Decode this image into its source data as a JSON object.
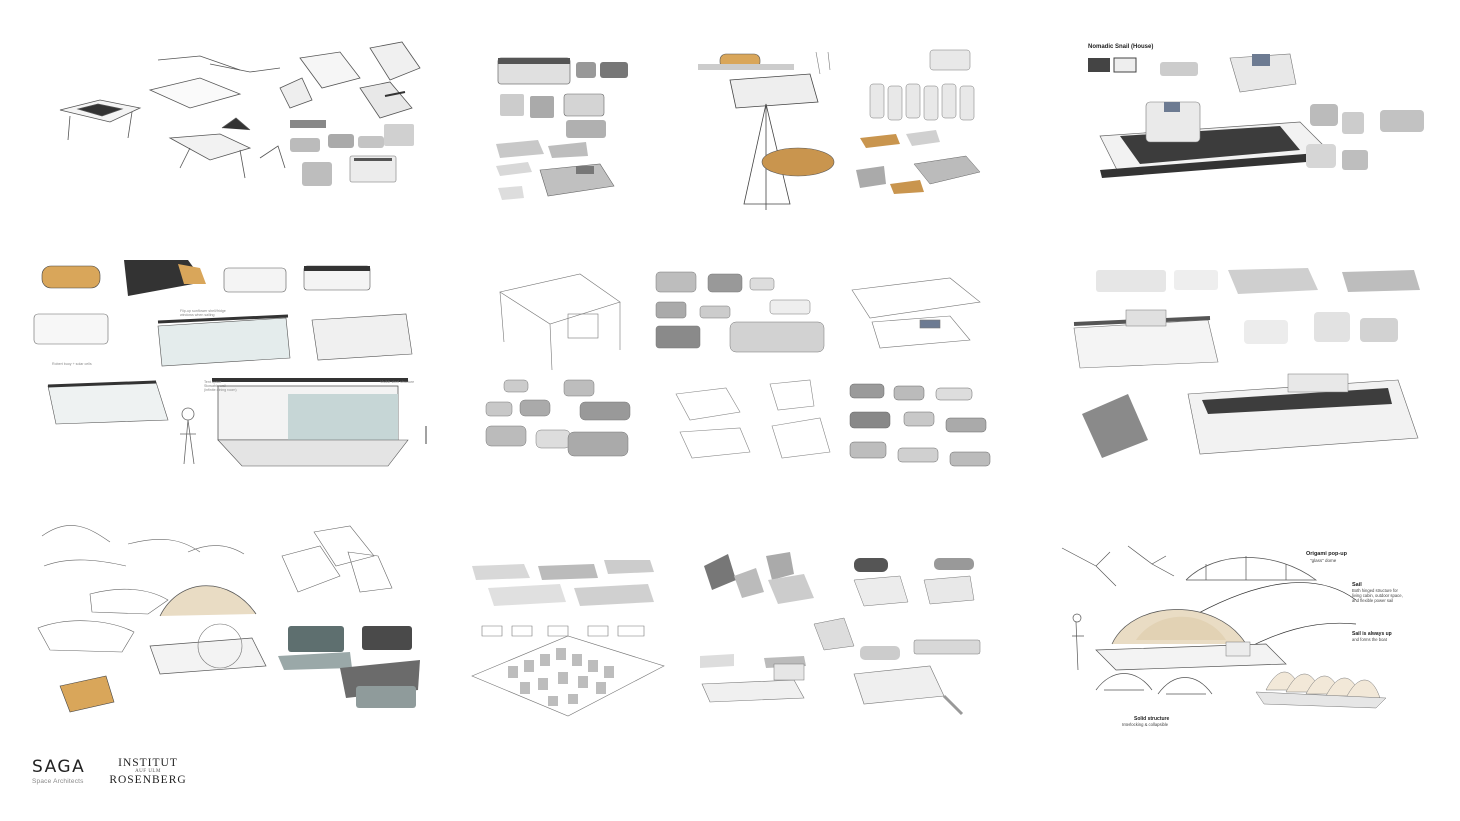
{
  "panels": {
    "p4": {
      "title": "Nomadic Snail (House)"
    },
    "p5": {
      "note1": "Flip-up sunflower shell/fridge\nwindows when sailing",
      "note2": "Robert buoy + solar cells",
      "note3": "Tent space\nStowable wall\n(infinite dining room)",
      "note4": "Visible steel structure"
    },
    "p12": {
      "n1_title": "Origami pop-up",
      "n1_body": "\"glass\" dome",
      "n2_title": "Sail",
      "n2_body": "Both hinged structure for\nliving cabin, outdoor space,\nand flexible power sail",
      "n3_title": "Sail is always up",
      "n3_body": "and forms the boat",
      "n4_title": "Solid structure",
      "n4_body": "Interlocking & collapsible"
    }
  },
  "logos": {
    "saga": {
      "name": "SAGA",
      "tagline": "Space Architects"
    },
    "institut": {
      "line1": "INSTITUT",
      "line2": "AUF ULM",
      "line3": "ROSENBERG"
    }
  }
}
